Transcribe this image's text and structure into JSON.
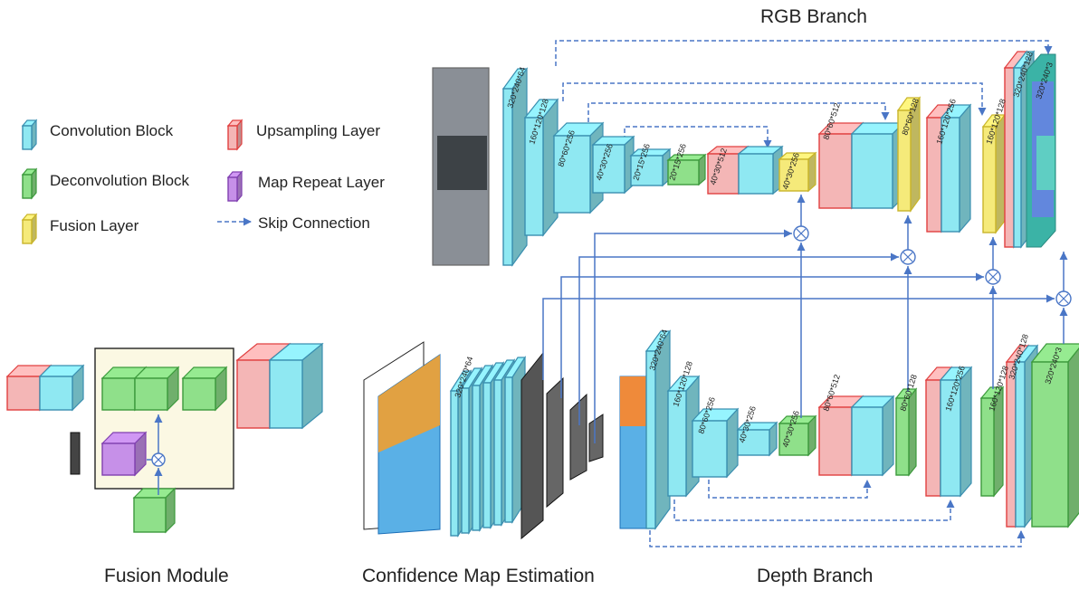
{
  "titles": {
    "rgb_branch": "RGB Branch",
    "depth_branch": "Depth Branch",
    "fusion_module": "Fusion Module",
    "confidence": "Confidence Map Estimation"
  },
  "legend": {
    "conv": "Convolution Block",
    "deconv": "Deconvolution Block",
    "fusion": "Fusion Layer",
    "upsample": "Upsampling Layer",
    "repeat": "Map Repeat Layer",
    "skip": "Skip Connection"
  },
  "rgb_dims": [
    "320*240*64",
    "160*120*128",
    "80*60*256",
    "40*30*256",
    "20*15*256",
    "20*15*256",
    "40*30*512",
    "40*30*256",
    "80*60*512",
    "80*60*128",
    "160*120*256",
    "160*120*128",
    "320*240*128",
    "320*240*3"
  ],
  "conf_dims": [
    "320*240*64"
  ],
  "depth_dims": [
    "320*240*64",
    "160*120*128",
    "80*60*256",
    "40*30*256",
    "40*30*256",
    "80*60*512",
    "80*60*128",
    "160*120*256",
    "160*120*128",
    "320*240*128",
    "320*240*3"
  ],
  "colors": {
    "conv": "#8fe8f2",
    "deconv": "#8fe08a",
    "fusion": "#f5ea7a",
    "upsample": "#f4b6b6",
    "repeat": "#c690e8",
    "arrow": "#4a76c6",
    "module_bg": "#fbf8e3"
  }
}
